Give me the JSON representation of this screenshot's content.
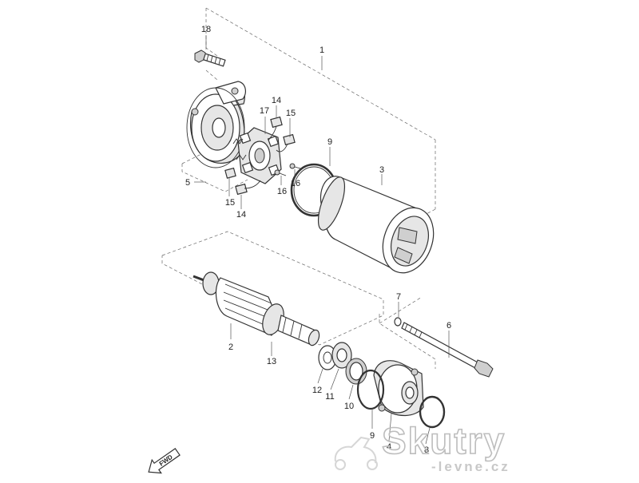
{
  "callouts": {
    "c1": "1",
    "c2": "2",
    "c3": "3",
    "c4": "4",
    "c5": "5",
    "c6": "6",
    "c7": "7",
    "c8": "8",
    "c9a": "9",
    "c9b": "9",
    "c10": "10",
    "c11": "11",
    "c12": "12",
    "c13": "13",
    "c14a": "14",
    "c14b": "14",
    "c15a": "15",
    "c15b": "15",
    "c16a": "16",
    "c16b": "16",
    "c17": "17",
    "c18": "18"
  },
  "fwd_label": "FWD",
  "watermark": {
    "main": "Skutry",
    "sub": "-levne.cz"
  },
  "colors": {
    "line": "#333333",
    "dash": "#666666",
    "watermark": "#bdbdbd"
  }
}
